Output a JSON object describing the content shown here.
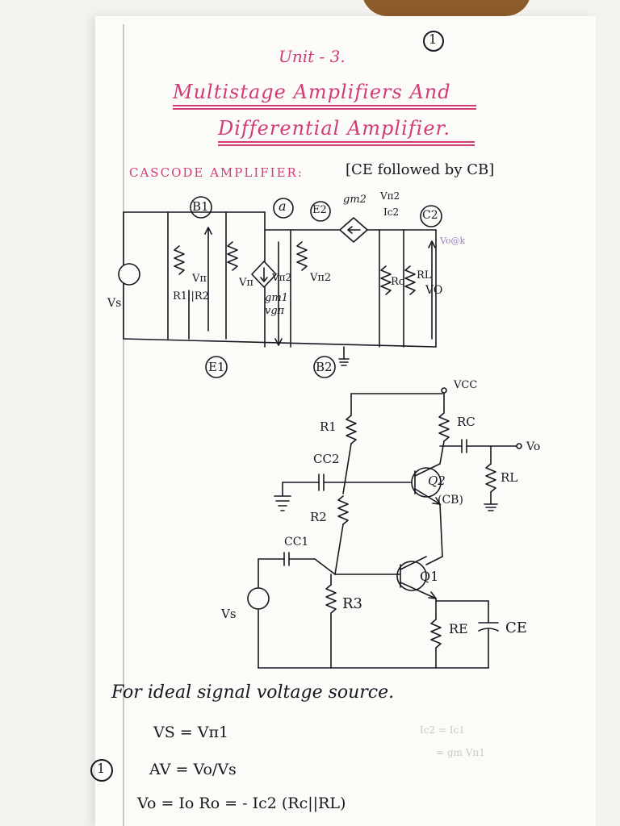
{
  "page": {
    "number": "1",
    "unit": "Unit - 3.",
    "title_line1": "Multistage Amplifiers And",
    "title_line2": "Differential Amplifier.",
    "section_heading": "CASCODE AMPLIFIER:",
    "section_note": "[CE followed by CB]"
  },
  "small_signal_circuit": {
    "labels": {
      "b1": "B1",
      "a": "a",
      "e2": "E2",
      "c2": "C2",
      "e1": "E1",
      "b2": "B2",
      "gm2": "gm2",
      "vpi2_top": "Vπ2",
      "ic2": "Ic2",
      "vs": "Vs",
      "vpi": "Vπ",
      "vpi_dup": "Vπ",
      "r1r2": "R1||R2",
      "vpi2_mid": "Vπ2",
      "vpi2_res": "Vπ2",
      "gm1": "gm1",
      "vpi1": "vgπ",
      "rc": "Rc",
      "rl": "RL",
      "vo": "VO",
      "scribble": "Vo@k"
    }
  },
  "full_circuit": {
    "labels": {
      "vcc": "VCC",
      "r1": "R1",
      "rc": "RC",
      "vo": "Vo",
      "cc2": "CC2",
      "q2": "Q2",
      "cb": "(CB)",
      "rl": "RL",
      "r2": "R2",
      "cc1": "CC1",
      "q1": "Q1",
      "vs": "Vs",
      "r3": "R3",
      "re": "RE",
      "ce": "CE"
    }
  },
  "notes": {
    "line1": "For ideal signal voltage source.",
    "eq1": "VS = Vπ1",
    "circled": "1",
    "eq2": "AV = Vo/Vs",
    "eq3": "Vo = Io Ro = - Ic2 (Rc||RL)",
    "faint_right_1": "Ic2 = Ic1",
    "faint_right_2": "= gm Vπ1"
  },
  "colors": {
    "ink": "#151922",
    "pink": "#d23a78",
    "paper": "#fbfbf8"
  }
}
